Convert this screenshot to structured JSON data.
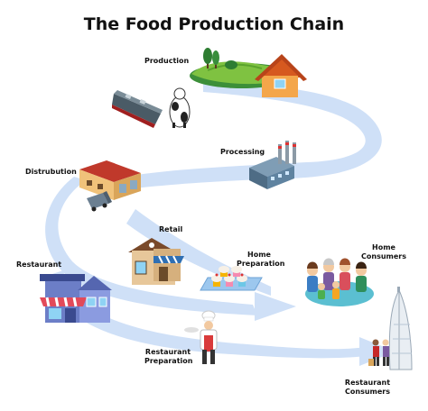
{
  "title": "The Food Production Chain",
  "labels": {
    "production": "Production",
    "processing": "Processing",
    "distribution": "Distrubution",
    "retail": "Retail",
    "home_preparation_line1": "Home",
    "home_preparation_line2": "Preparation",
    "home_consumers_line1": "Home",
    "home_consumers_line2": "Consumers",
    "restaurant": "Restaurant",
    "restaurant_preparation_line1": "Restaurant",
    "restaurant_preparation_line2": "Preparation",
    "restaurant_consumers_line1": "Restaurant",
    "restaurant_consumers_line2": "Consumers"
  },
  "colors": {
    "flow": "#cfe0f7",
    "flow_edge": "#b9d0f0"
  }
}
